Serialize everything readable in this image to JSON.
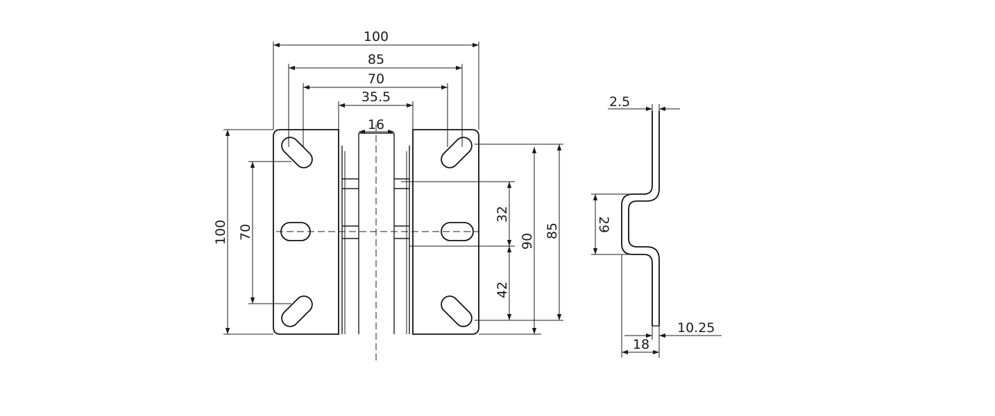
{
  "front_view": {
    "dimensions": {
      "overall_width": "100",
      "outer_hole_spacing": "85",
      "inner_hole_spacing": "70",
      "leaf_gap": "35.5",
      "pin_width": "16",
      "overall_height": "100",
      "left_hole_spacing": "70",
      "upper_hole_offset": "32",
      "lower_hole_offset": "42",
      "right_height_90": "90",
      "right_height_85": "85"
    }
  },
  "side_view": {
    "dimensions": {
      "thickness": "2.5",
      "offset_height": "29",
      "offset_depth": "18",
      "edge_distance": "10.25"
    }
  }
}
